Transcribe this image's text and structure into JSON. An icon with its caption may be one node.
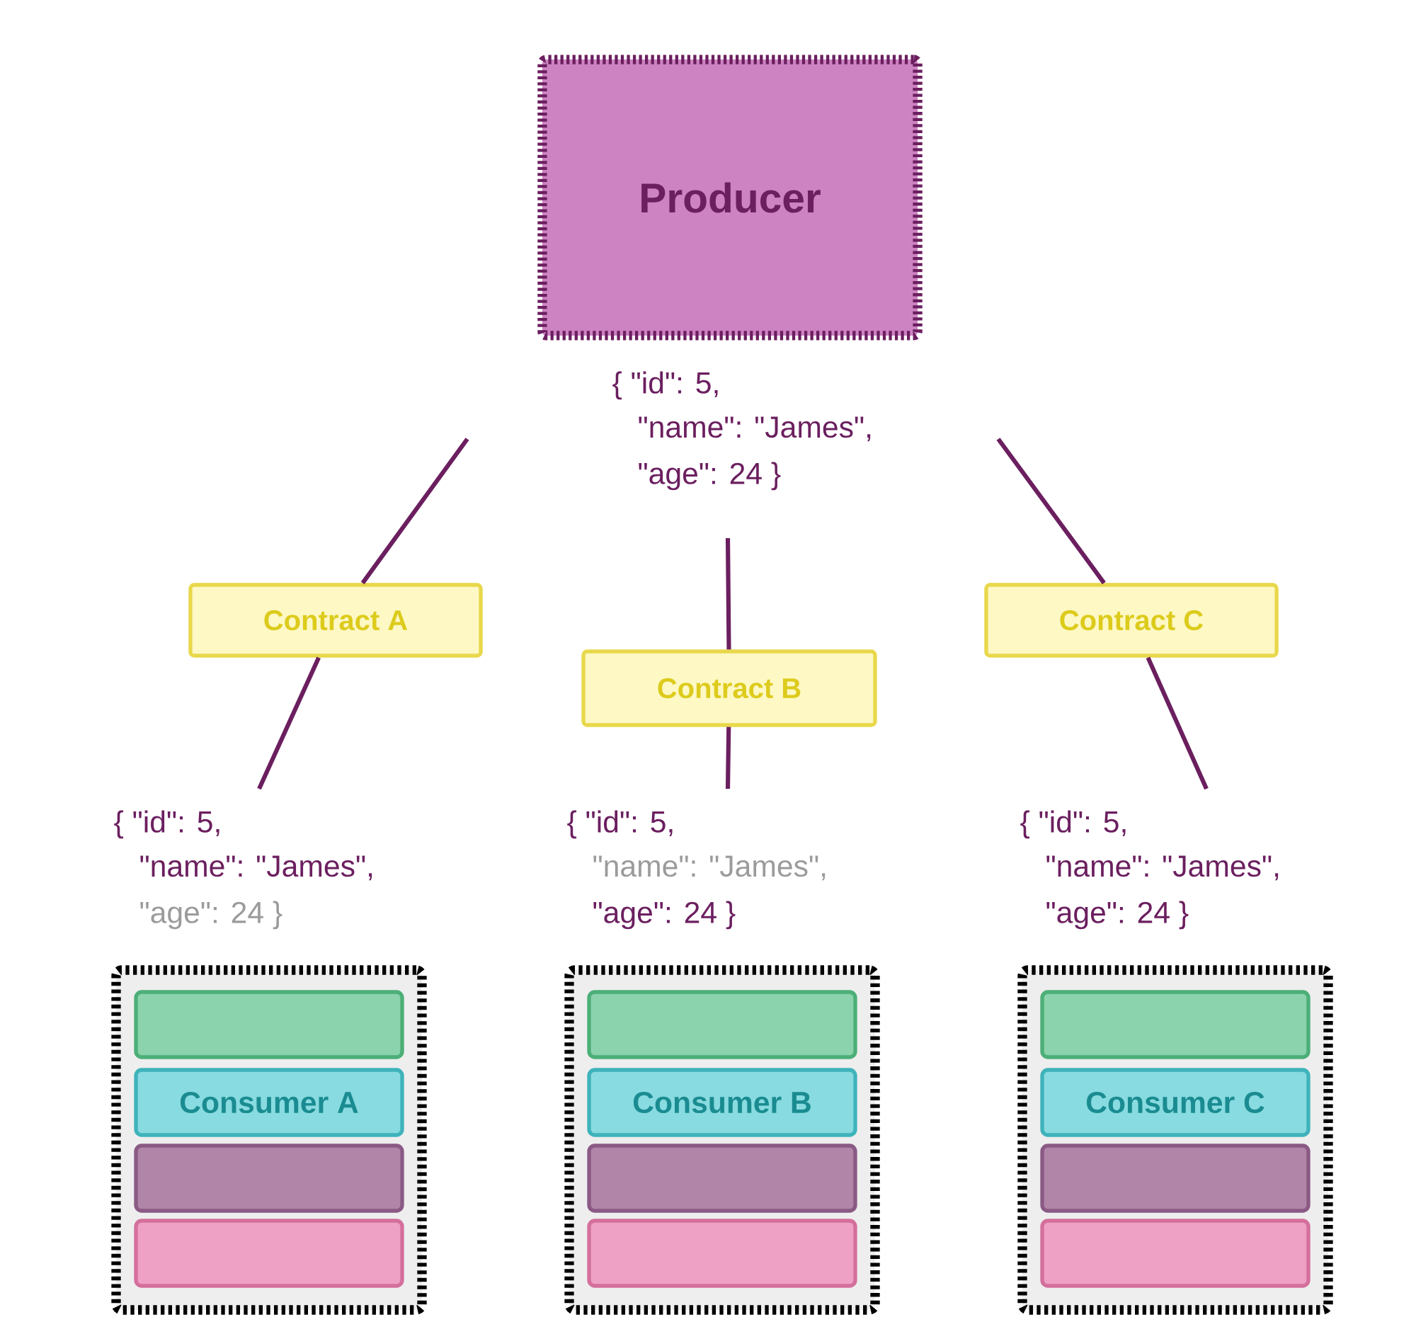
{
  "diagram": {
    "nodes": [
      {
        "text": [
          "Producer"
        ]
      },
      {
        "text": [
          "Contract A"
        ]
      },
      {
        "text": [
          "Contract B"
        ]
      },
      {
        "text": [
          "Contract C"
        ]
      },
      {
        "text": [],
        "shape": "box"
      },
      {
        "text": [],
        "shape": "bar",
        "in": 4
      },
      {
        "text": [
          "Consumer A"
        ],
        "in": 4
      },
      {
        "text": [],
        "shape": "bar",
        "in": 4
      },
      {
        "text": [],
        "shape": "bar",
        "in": 4
      },
      {
        "text": [],
        "shape": "box"
      },
      {
        "text": [],
        "shape": "bar",
        "in": 9
      },
      {
        "text": [
          "Consumer B"
        ],
        "in": 9
      },
      {
        "text": [],
        "shape": "bar",
        "in": 9
      },
      {
        "text": [],
        "shape": "bar",
        "in": 9
      },
      {
        "text": [],
        "shape": "box"
      },
      {
        "text": [],
        "shape": "bar",
        "in": 14
      },
      {
        "text": [
          "Consumer C"
        ],
        "in": 14
      },
      {
        "text": [],
        "shape": "bar",
        "in": 14
      },
      {
        "text": [],
        "shape": "bar",
        "in": 14
      }
    ],
    "edges": [
      {
        "from": null,
        "to": 1,
        "arrow": "none"
      },
      {
        "from": 1,
        "to": null,
        "arrow": "none"
      },
      {
        "from": null,
        "to": 2,
        "arrow": "none"
      },
      {
        "from": 2,
        "to": null,
        "arrow": "none"
      },
      {
        "from": null,
        "to": 3,
        "arrow": "none"
      },
      {
        "from": 3,
        "to": null,
        "arrow": "none"
      }
    ],
    "labels": [
      "{ \"id\": 5,",
      "\"name\": \"James\",",
      "\"age\": 24 }",
      "{ \"id\": 5,",
      "\"name\": \"James\",",
      "\"age\": 24 }",
      "{ \"id\": 5,",
      "\"name\": \"James\",",
      "\"age\": 24 }",
      "{ \"id\": 5,",
      "\"name\": \"James\",",
      "\"age\": 24 }"
    ]
  }
}
